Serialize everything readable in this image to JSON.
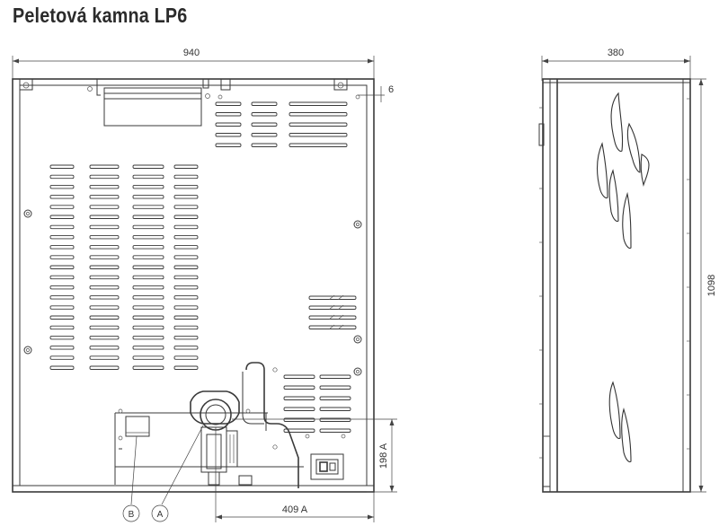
{
  "title": "Peletová kamna LP6",
  "dimensions": {
    "front_width": "940",
    "side_depth": "380",
    "height": "1098",
    "top_offset": "6",
    "connection_height": "198 A",
    "connection_offset": "409 A"
  },
  "callouts": {
    "a": "A",
    "b": "B"
  }
}
